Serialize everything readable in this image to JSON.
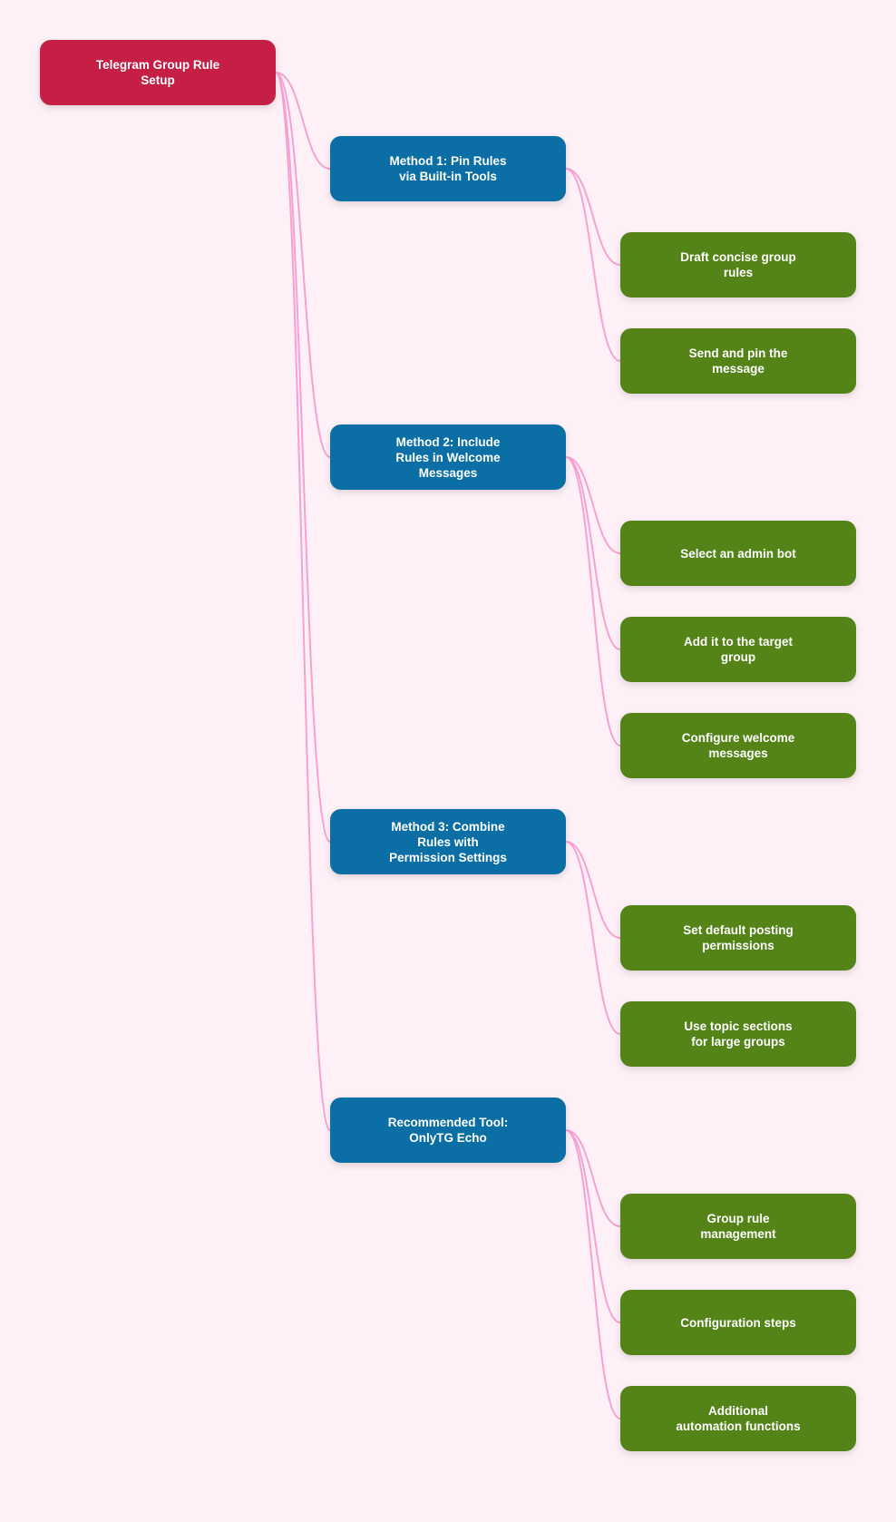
{
  "colors": {
    "background": "#fdf0f6",
    "root": "#c51f46",
    "method": "#0b6fa6",
    "step": "#548318",
    "link": "#f5a2d3"
  },
  "root": {
    "label": "Telegram Group Rule Setup"
  },
  "methods": [
    {
      "label": "Method 1: Pin Rules via Built-in Tools",
      "steps": [
        {
          "label": "Draft concise group rules"
        },
        {
          "label": "Send and pin the message"
        }
      ]
    },
    {
      "label": "Method 2: Include Rules in Welcome Messages",
      "steps": [
        {
          "label": "Select an admin bot"
        },
        {
          "label": "Add it to the target group"
        },
        {
          "label": "Configure welcome messages"
        }
      ]
    },
    {
      "label": "Method 3: Combine Rules with Permission Settings",
      "steps": [
        {
          "label": "Set default posting permissions"
        },
        {
          "label": "Use topic sections for large groups"
        }
      ]
    },
    {
      "label": "Recommended Tool: OnlyTG Echo",
      "steps": [
        {
          "label": "Group rule management"
        },
        {
          "label": "Configuration steps"
        },
        {
          "label": "Additional automation functions"
        }
      ]
    }
  ]
}
